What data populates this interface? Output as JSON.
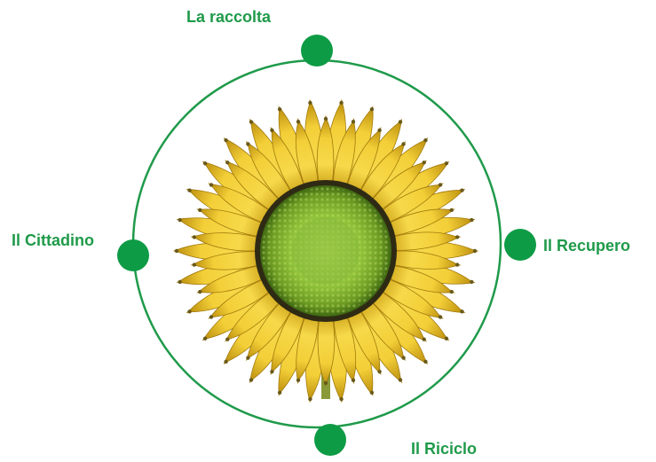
{
  "colors": {
    "ring": "#1f9a4a",
    "node": "#0e9b45",
    "label": "#1f9a4a",
    "petal_light": "#f6d94a",
    "petal_dark": "#c79a10",
    "petal_tip": "#6a5a1a",
    "center_outer": "#4f7a16",
    "center_mid": "#8fc23a",
    "center_light": "#c4e06a",
    "seed_ring": "#2e2a14"
  },
  "icon": "sunflower-banana-illustration",
  "nodes": [
    {
      "label": "La raccolta",
      "position": "top"
    },
    {
      "label": "Il Cittadino",
      "position": "left"
    },
    {
      "label": "Il Recupero",
      "position": "right"
    },
    {
      "label": "Il Riciclo",
      "position": "bottom"
    }
  ]
}
